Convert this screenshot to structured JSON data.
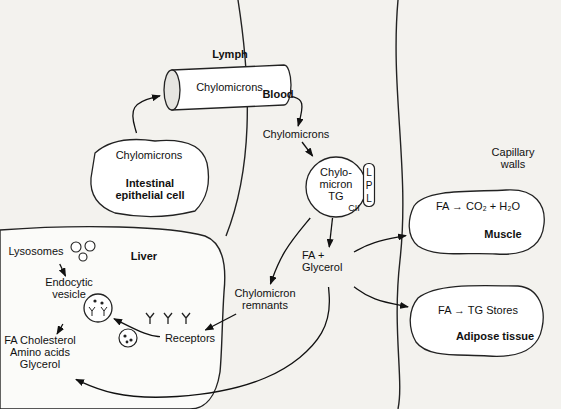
{
  "diagram": {
    "nodes": [
      {
        "text": [
          "Lymph",
          "Chylomicrons"
        ]
      },
      {
        "text": [
          "Chylomicrons",
          "Intestinal epithelial cell"
        ]
      },
      {
        "text": [
          "Chylomicrons"
        ]
      },
      {
        "text": [
          "Chylo-micron TG",
          "CII"
        ]
      },
      {
        "text": [
          "LPL"
        ]
      },
      {
        "text": [
          "FA + Glycerol"
        ]
      },
      {
        "text": [
          "FA → CO₂ + H₂O",
          "Muscle"
        ]
      },
      {
        "text": [
          "FA → TG Stores",
          "Adipose tissue"
        ]
      },
      {
        "text": [
          "Chylomicron remnants"
        ]
      },
      {
        "text": [
          "Liver"
        ]
      },
      {
        "text": [
          "Lysosomes"
        ],
        "in": 9
      },
      {
        "text": [
          "Endocytic vesicle"
        ],
        "in": 9
      },
      {
        "text": [
          "Receptors"
        ]
      },
      {
        "text": [
          "FA Cholesterol Amino acids Glycerol"
        ],
        "in": 9
      }
    ],
    "edges": [
      {
        "from": 1,
        "to": 0,
        "arrow": "to"
      },
      {
        "from": 0,
        "to": 2,
        "arrow": "to"
      },
      {
        "from": 2,
        "to": 3,
        "arrow": "to"
      },
      {
        "from": 3,
        "to": 5,
        "arrow": "to"
      },
      {
        "from": 3,
        "to": 8,
        "arrow": "to"
      },
      {
        "from": 5,
        "to": 6,
        "arrow": "to"
      },
      {
        "from": 5,
        "to": 7,
        "arrow": "to"
      },
      {
        "from": 5,
        "to": 13,
        "arrow": "to"
      },
      {
        "from": 8,
        "to": 12,
        "arrow": "to"
      },
      {
        "from": 12,
        "to": 11,
        "arrow": "to"
      },
      {
        "from": 10,
        "to": 11,
        "arrow": "to"
      },
      {
        "from": 11,
        "to": 13,
        "arrow": "to"
      }
    ],
    "labels": [
      "Blood",
      "Capillary walls"
    ]
  }
}
